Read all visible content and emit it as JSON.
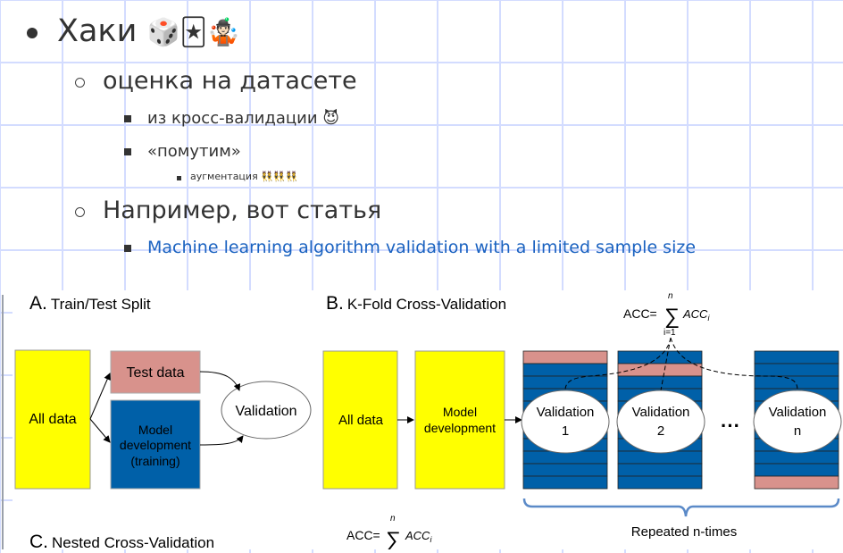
{
  "notes": {
    "level1": {
      "text": "Хаки",
      "emojis": "🎲🃏🤹🏻"
    },
    "item_eval": {
      "text": "оценка на датасете"
    },
    "item_cv": {
      "text": "из кросс-валидации",
      "emoji": "😈"
    },
    "item_noise": {
      "text": "«помутим»"
    },
    "item_aug": {
      "text": "аугментация",
      "emoji": "👯👯👯"
    },
    "item_example": {
      "text": "Например, вот статья"
    },
    "link": {
      "text": "Machine learning algorithm validation with a limited sample size"
    }
  },
  "diagram": {
    "section_a": {
      "letter": "A.",
      "title": "Train/Test Split",
      "all_data": "All data",
      "test_data": "Test data",
      "model_lines": [
        "Model",
        "development",
        "(training)"
      ],
      "validation": "Validation"
    },
    "section_b": {
      "letter": "B.",
      "title": "K-Fold Cross-Validation",
      "all_data": "All data",
      "model_lines": [
        "Model",
        "development"
      ],
      "val1": [
        "Validation",
        "1"
      ],
      "val2": [
        "Validation",
        "2"
      ],
      "valn": [
        "Validation",
        "n"
      ],
      "ellipsis": "···",
      "repeated": "Repeated n-times",
      "formula": {
        "lhs": "ACC=",
        "sigma": "∑",
        "upper": "n",
        "lower": "i=1",
        "term": "ACC",
        "sub": "i"
      }
    },
    "section_c": {
      "letter": "C.",
      "title": "Nested Cross-Validation",
      "formula": {
        "lhs": "ACC=",
        "sigma": "∑",
        "upper": "n",
        "term": "ACC",
        "sub": "i"
      }
    },
    "colors": {
      "yellow": "#ffff00",
      "pink": "#d8928c",
      "blue": "#0060a8",
      "brace": "#5b8ac8"
    }
  }
}
